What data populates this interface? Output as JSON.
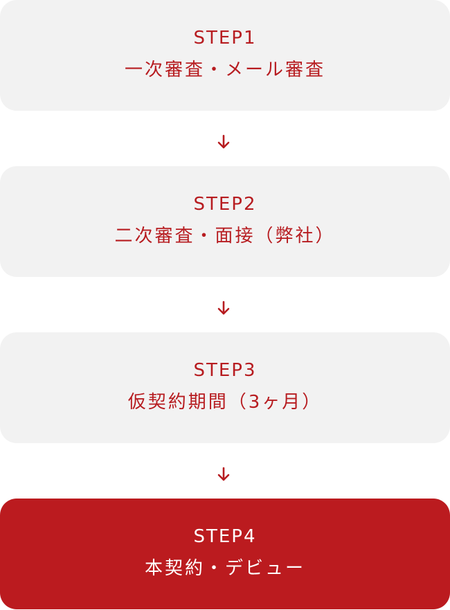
{
  "steps": [
    {
      "label": "STEP1",
      "title": "一次審査・メール審査"
    },
    {
      "label": "STEP2",
      "title": "二次審査・面接（弊社）"
    },
    {
      "label": "STEP3",
      "title": "仮契約期間（3ヶ月）"
    },
    {
      "label": "STEP4",
      "title": "本契約・デビュー"
    }
  ],
  "colors": {
    "accent": "#b71c20",
    "box_background": "#f2f2f2",
    "final_background": "#bb1b1f",
    "final_text": "#ffffff"
  },
  "icons": {
    "connector": "arrow-down-icon"
  }
}
